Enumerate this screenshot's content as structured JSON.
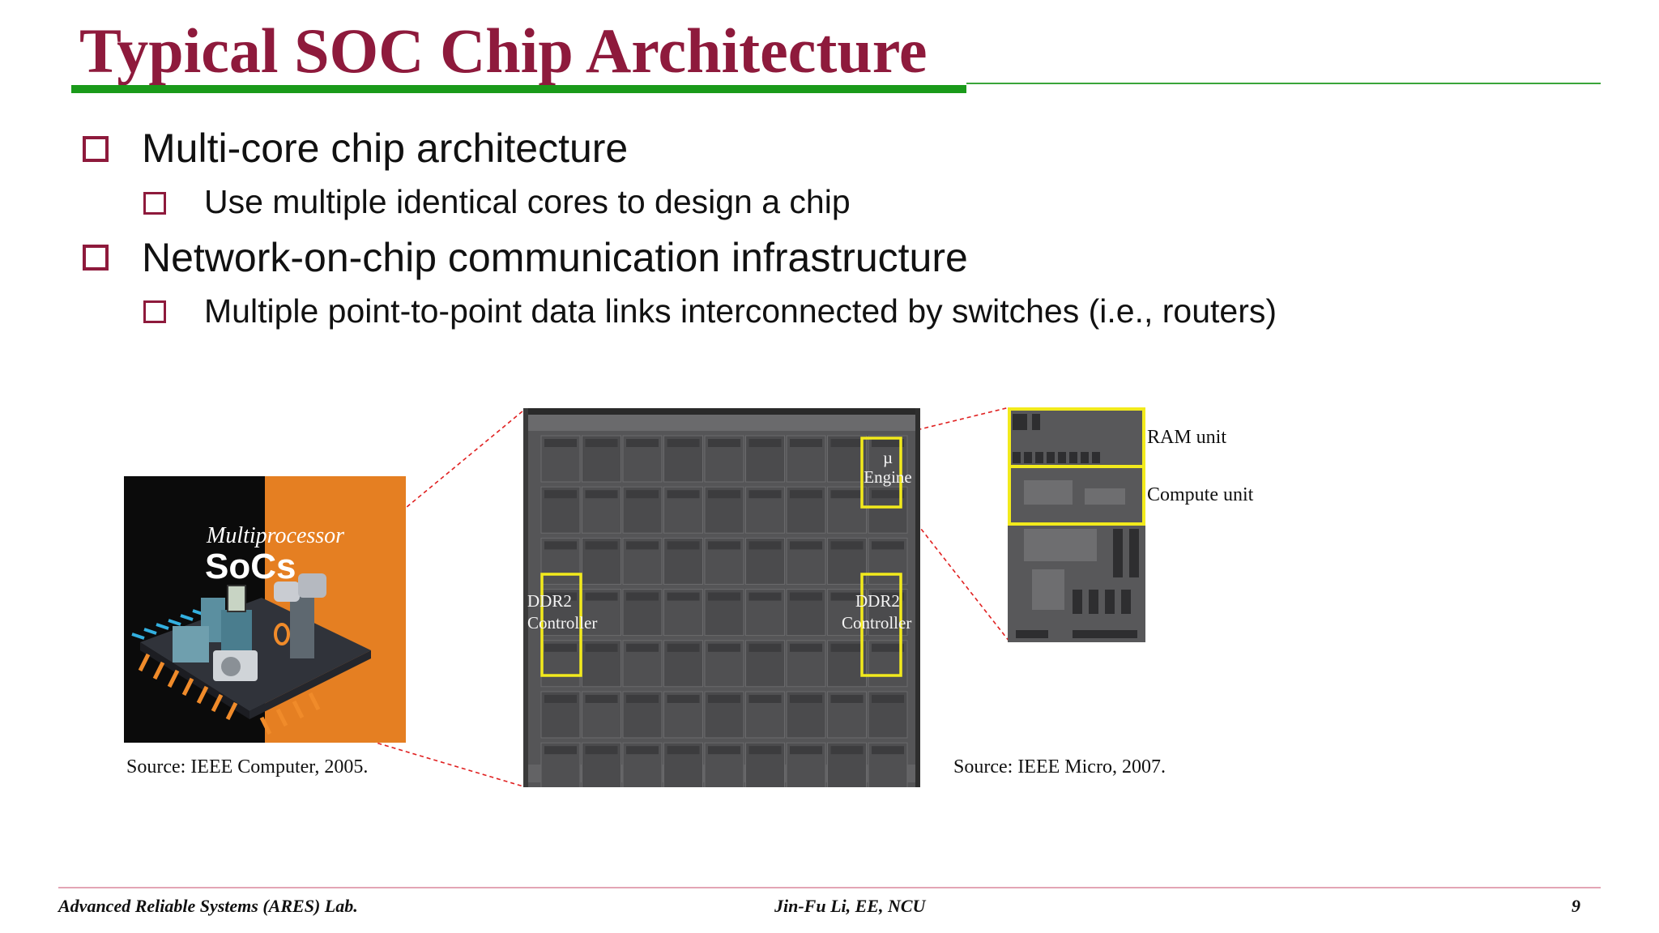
{
  "slide": {
    "title": "Typical SOC Chip Architecture",
    "accent_color": "#8e1a3c",
    "rule_color": "#1a9a1a"
  },
  "bullets": [
    {
      "text": "Multi-core chip architecture",
      "level": 1
    },
    {
      "text": "Use multiple identical cores to design a chip",
      "level": 2
    },
    {
      "text": "Network-on-chip communication infrastructure",
      "level": 1
    },
    {
      "text": "Multiple point-to-point data links interconnected by switches (i.e., routers)",
      "level": 2
    }
  ],
  "figure": {
    "cover": {
      "title_line1": "Multiprocessor",
      "title_line2": "SoCs",
      "source": "Source: IEEE Computer, 2005."
    },
    "die": {
      "labels": {
        "engine_line1": "µ",
        "engine_line2": "Engine",
        "ddr_left_line1": "DDR2",
        "ddr_left_line2": "Controller",
        "ddr_right_line1": "DDR2",
        "ddr_right_line2": "Controller"
      },
      "source": "Source: IEEE Micro, 2007."
    },
    "tile": {
      "ram_label": "RAM unit",
      "compute_label": "Compute unit"
    },
    "highlight_color": "#f2ea1c",
    "connector_color": "#e02020"
  },
  "footer": {
    "left": "Advanced Reliable Systems (ARES) Lab.",
    "center": "Jin-Fu Li, EE, NCU",
    "page": "9"
  }
}
